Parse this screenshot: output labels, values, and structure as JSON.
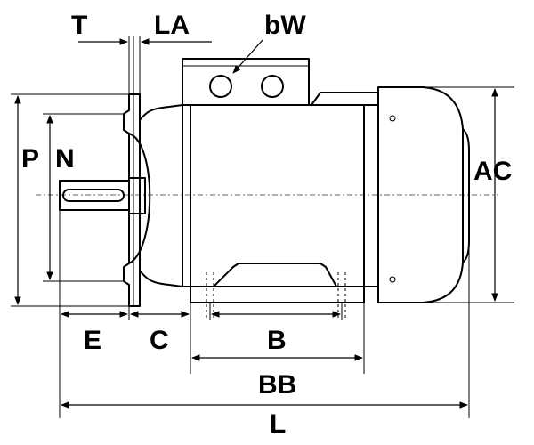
{
  "labels": {
    "T": "T",
    "LA": "LA",
    "bW": "bW",
    "P": "P",
    "N": "N",
    "AC": "AC",
    "E": "E",
    "C": "C",
    "B": "B",
    "BB": "BB",
    "L": "L"
  }
}
